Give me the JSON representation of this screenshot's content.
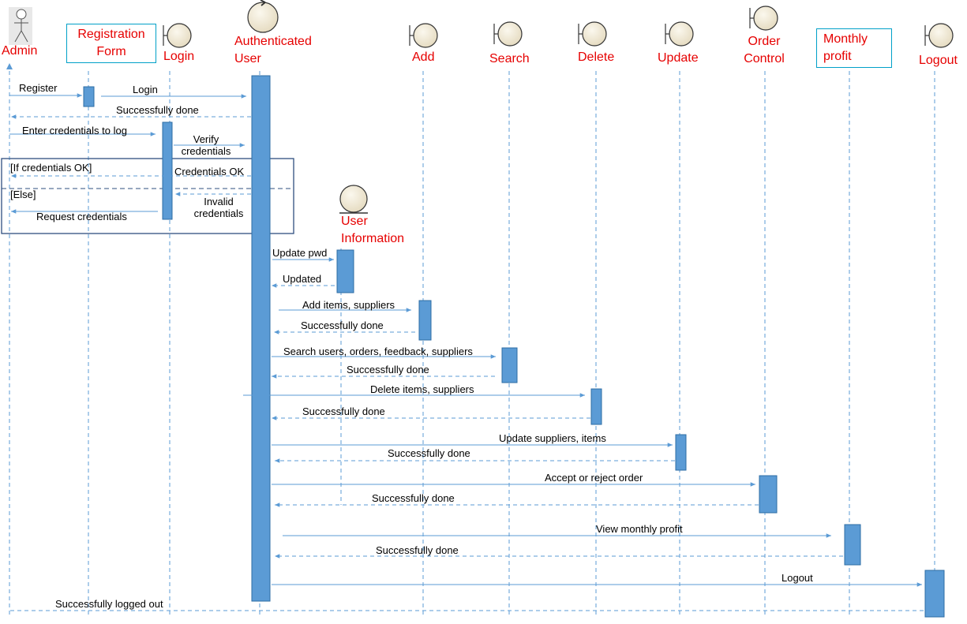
{
  "participants": {
    "admin": "Admin",
    "registration_form": "Registration\nForm",
    "login": "Login",
    "authenticated_user": "Authenticated\nUser",
    "user_information": "User\nInformation",
    "add": "Add",
    "search": "Search",
    "delete": "Delete",
    "update": "Update",
    "order_control": "Order\nControl",
    "monthly_profit": "Monthly\nprofit",
    "logout": "Logout"
  },
  "messages": {
    "register": "Register",
    "login": "Login",
    "successfully_done_1": "Successfully done",
    "enter_credentials": "Enter credentials to log",
    "verify_credentials": "Verify\ncredentials",
    "credentials_ok": "Credentials OK",
    "invalid_credentials": "Invalid\ncredentials",
    "request_credentials": "Request credentials",
    "update_pwd": "Update pwd",
    "updated": "Updated",
    "add_items": "Add items, suppliers",
    "successfully_done_add": "Successfully done",
    "search_users": "Search users, orders, feedback, suppliers",
    "successfully_done_search": "Successfully done",
    "delete_items": "Delete items, suppliers",
    "successfully_done_delete": "Successfully done",
    "update_suppliers": "Update suppliers, items",
    "successfully_done_update": "Successfully done",
    "accept_reject": "Accept or reject order",
    "successfully_done_order": "Successfully done",
    "view_profit": "View monthly profit",
    "successfully_done_profit": "Successfully done",
    "logout": "Logout",
    "logged_out": "Successfully logged out"
  },
  "frame": {
    "guard_if": "[If credentials OK]",
    "guard_else": "[Else]"
  },
  "colors": {
    "participant_text": "#e60000",
    "lifeline": "#5b9bd5",
    "activation_fill": "#5b9bd5",
    "activation_stroke": "#2e6da4",
    "message_line": "#5b9bd5",
    "frame": "#2f4f7f",
    "boundary_fill": "#f2ecdc",
    "boxed_border": "#00a0c8"
  }
}
